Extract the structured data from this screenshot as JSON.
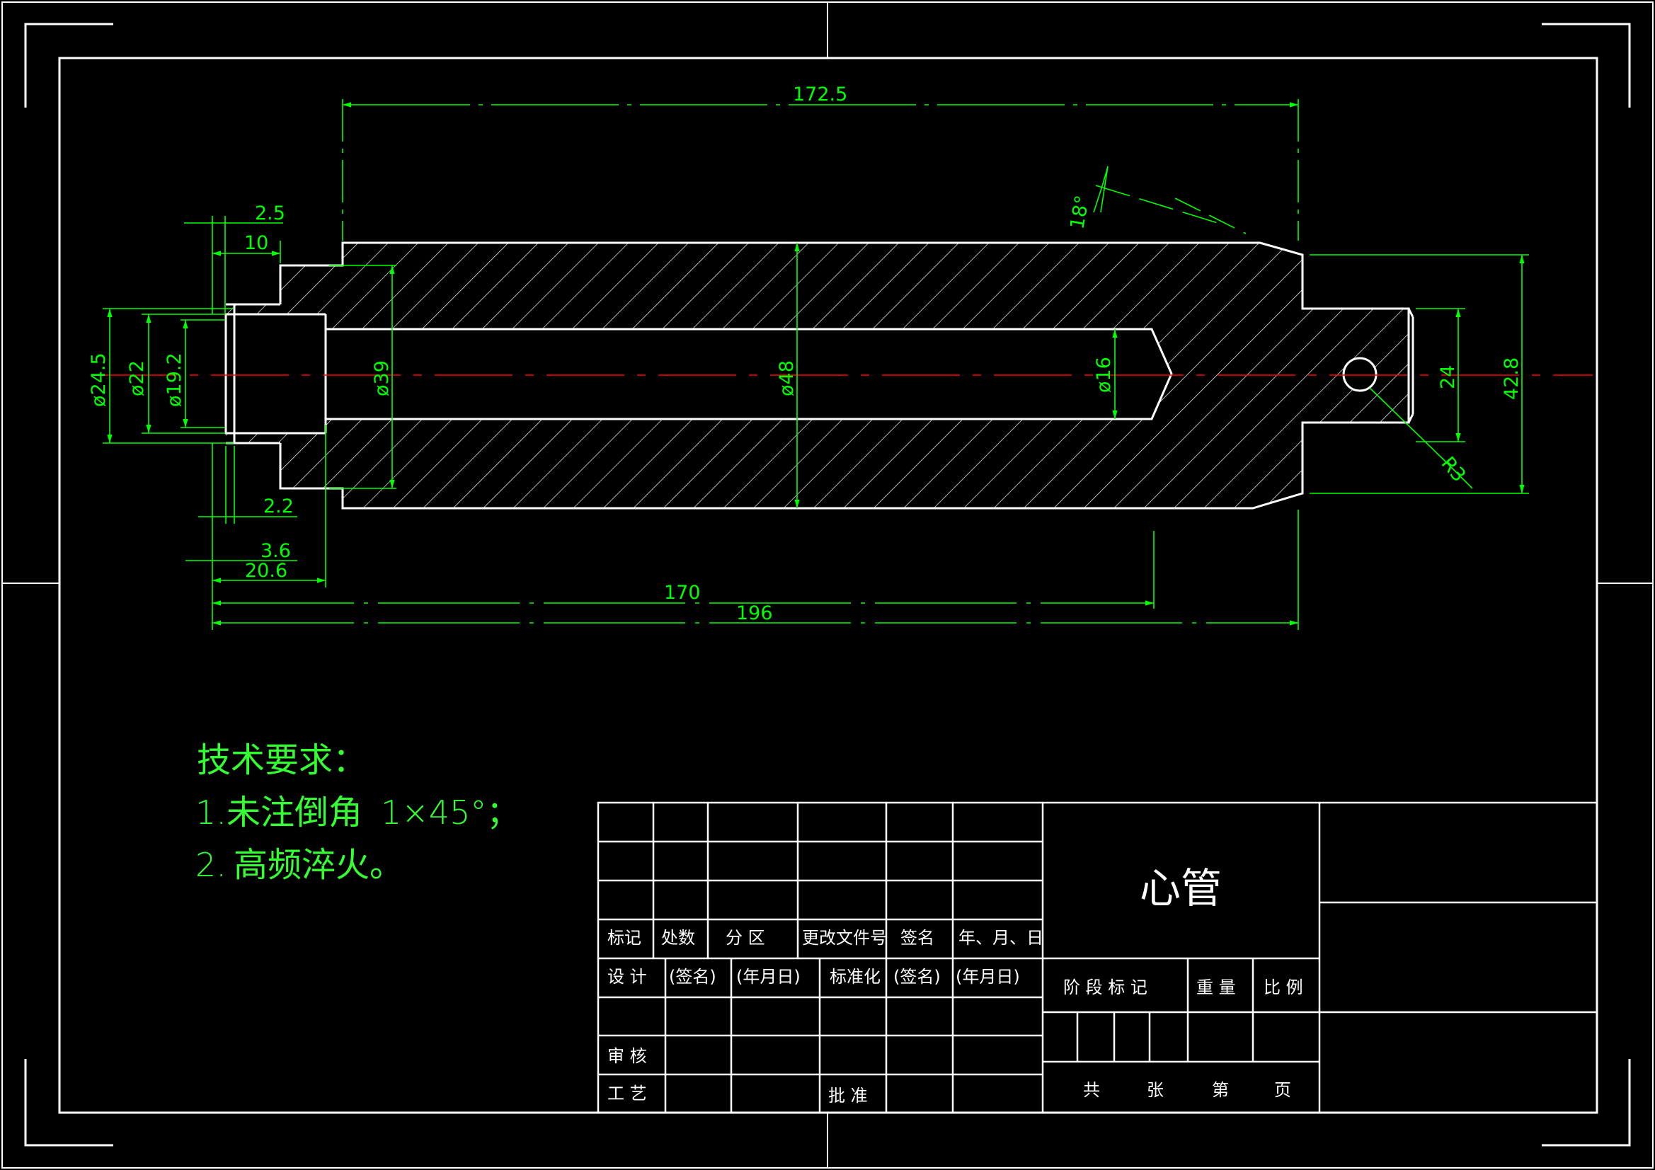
{
  "colors": {
    "background": "#000000",
    "outline": "#ffffff",
    "dimension": "#00ff00",
    "centerline": "#ff0000",
    "notes": "#33ff33"
  },
  "dimensions": {
    "d_172_5": "172.5",
    "d_2_5": "2.5",
    "d_10": "10",
    "d_18deg": "18°",
    "d_phi24_5": "ø24.5",
    "d_phi22": "ø22",
    "d_phi19_2": "ø19.2",
    "d_phi39": "ø39",
    "d_phi48": "ø48",
    "d_phi16": "ø16",
    "d_24": "24",
    "d_42_8": "42.8",
    "d_r3": "R3",
    "d_2_2": "2.2",
    "d_3_6": "3.6",
    "d_20_6": "20.6",
    "d_170": "170",
    "d_196": "196"
  },
  "tech_requirements": {
    "title": "技术要求：",
    "item1_num": "1.",
    "item1_text": "未注倒角",
    "item1_value": "1×45°；",
    "item2_num": "2.",
    "item2_text": "高频淬火。"
  },
  "title_block": {
    "part_name": "心管",
    "rev_headers": [
      "标记",
      "处数",
      "分 区",
      "更改文件号",
      "签名",
      "年、月、日"
    ],
    "design": "设 计",
    "sign": "(签名)",
    "date": "(年月日)",
    "standardize": "标准化",
    "sign2": "(签名)",
    "date2": "(年月日)",
    "review": "审 核",
    "process": "工 艺",
    "approve": "批 准",
    "stage_mark": "阶 段 标 记",
    "weight": "重 量",
    "scale": "比 例",
    "total": "共",
    "sheets": "张",
    "ordinal": "第",
    "page": "页"
  }
}
